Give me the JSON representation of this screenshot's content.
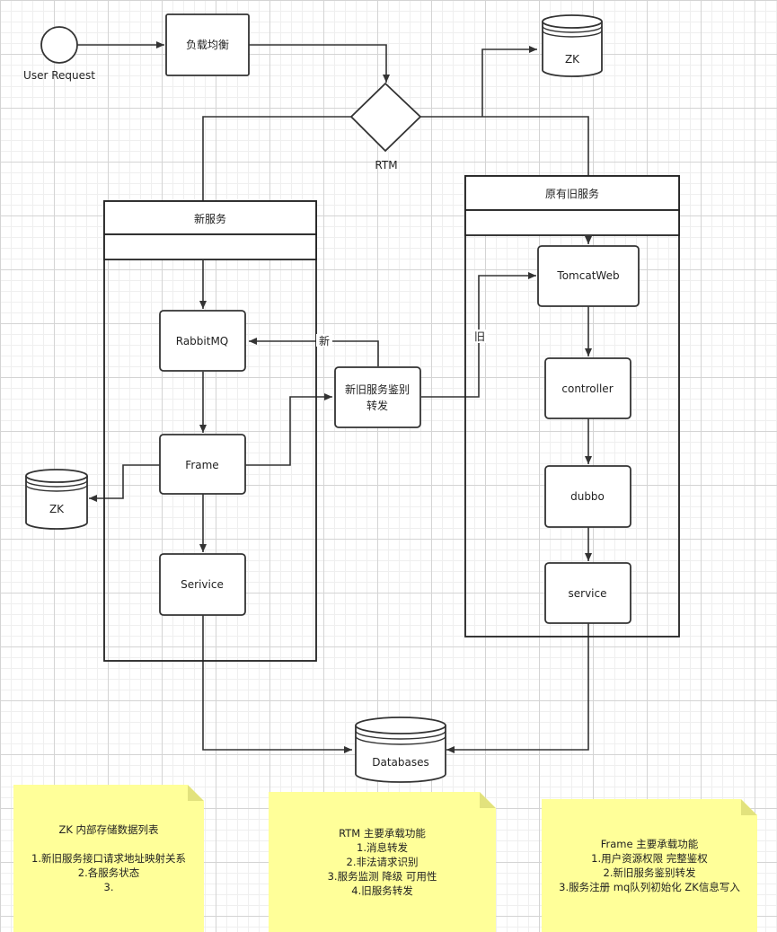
{
  "diagram": {
    "user_request": "User Request",
    "load_balancer": "负载均衡",
    "rtm": "RTM",
    "zk_top": "ZK",
    "zk_left": "ZK",
    "new_service": {
      "title": "新服务",
      "rabbitmq": "RabbitMQ",
      "frame": "Frame",
      "service": "Serivice"
    },
    "old_service": {
      "title": "原有旧服务",
      "tomcat": "TomcatWeb",
      "controller": "controller",
      "dubbo": "dubbo",
      "service": "service"
    },
    "router": {
      "line1": "新旧服务鉴别",
      "line2": "转发"
    },
    "edge_new": "新",
    "edge_old": "旧",
    "databases": "Databases"
  },
  "notes": {
    "zk": "ZK 内部存储数据列表\n\n1.新旧服务接口请求地址映射关系\n2.各服务状态\n3.",
    "rtm": "RTM 主要承载功能\n1.消息转发\n2.非法请求识别\n3.服务监测 降级 可用性\n4.旧服务转发",
    "frame": "Frame 主要承载功能\n1.用户资源权限 完整鉴权\n2.新旧服务鉴别转发\n3.服务注册 mq队列初始化 ZK信息写入"
  }
}
